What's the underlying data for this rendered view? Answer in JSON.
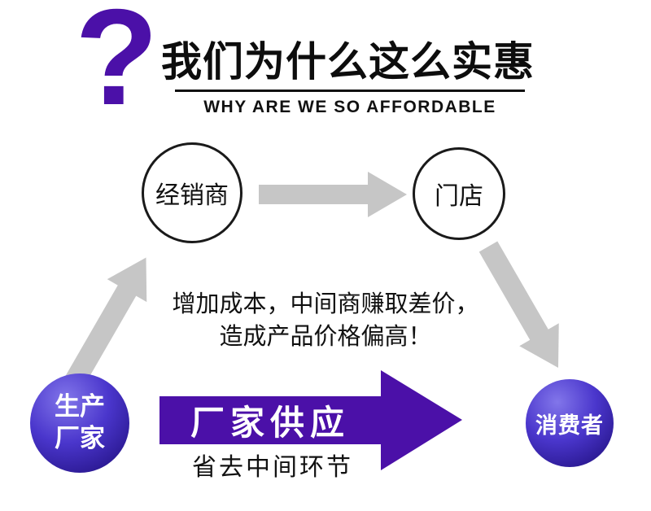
{
  "header": {
    "question_mark": "?",
    "title": "我们为什么这么实惠",
    "subtitle": "WHY ARE WE SO AFFORDABLE"
  },
  "diagram": {
    "distributor_label": "经销商",
    "store_label": "门店",
    "middle_text_line1": "增加成本，中间商赚取差价，",
    "middle_text_line2": "造成产品价格偏高！",
    "producer_label_line1": "生产",
    "producer_label_line2": "厂家",
    "consumer_label": "消费者",
    "supply_arrow_label": "厂家供应",
    "supply_note": "省去中间环节"
  },
  "colors": {
    "accent_purple": "#4b10a8",
    "arrow_gray": "#c6c6c6",
    "sphere_highlight": "#8276ea",
    "sphere_core": "#4a36cc",
    "sphere_edge": "#1c0b76",
    "text_black": "#111111",
    "background": "#ffffff"
  }
}
